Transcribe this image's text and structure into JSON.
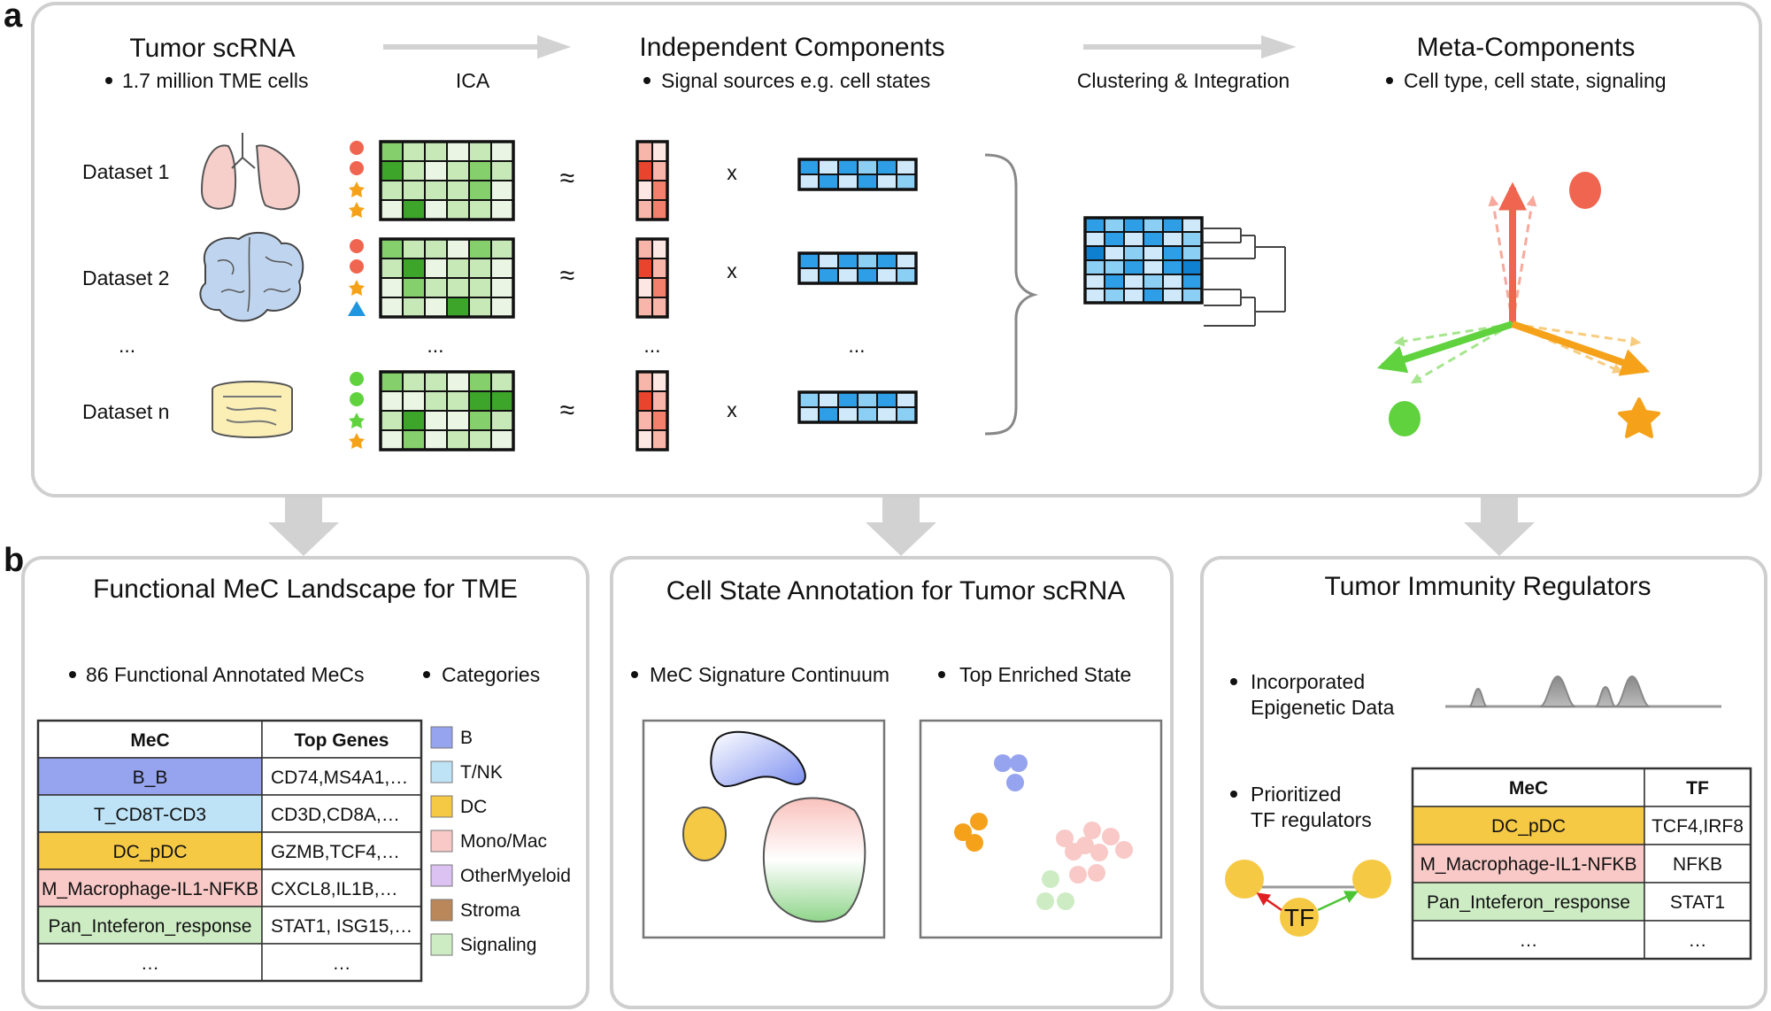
{
  "panel_a": {
    "letter": "a",
    "step1": {
      "title": "Tumor scRNA",
      "bullet": "1.7 million TME cells"
    },
    "arrow1_label": "ICA",
    "step2": {
      "title": "Independent Components",
      "bullet": "Signal sources e.g. cell states"
    },
    "arrow2_label": "Clustering & Integration",
    "step3": {
      "title": "Meta-Components",
      "bullet": "Cell type, cell state, signaling"
    },
    "datasets": [
      "Dataset 1",
      "Dataset 2",
      "...",
      "Dataset n"
    ],
    "approx_symbol": "≈",
    "times_symbol": "x",
    "ellipsis": "..."
  },
  "panel_b": {
    "letter": "b",
    "landscape": {
      "title": "Functional MeC Landscape for TME",
      "bullet1": "86 Functional Annotated MeCs",
      "bullet2": "Categories",
      "table_headers": [
        "MeC",
        "Top Genes"
      ],
      "rows": [
        [
          "B_B",
          "CD74,MS4A1,…"
        ],
        [
          "T_CD8T-CD3",
          "CD3D,CD8A,…"
        ],
        [
          "DC_pDC",
          "GZMB,TCF4,…"
        ],
        [
          "M_Macrophage-IL1-NFKB",
          "CXCL8,IL1B,…"
        ],
        [
          "Pan_Inteferon_response",
          "STAT1, ISG15,…"
        ],
        [
          "…",
          "…"
        ]
      ],
      "categories": [
        "B",
        "T/NK",
        "DC",
        "Mono/Mac",
        "OtherMyeloid",
        "Stroma",
        "Signaling"
      ]
    },
    "annotation": {
      "title": "Cell State Annotation for Tumor scRNA",
      "bullet1": "MeC Signature Continuum",
      "bullet2": "Top Enriched State"
    },
    "regulators": {
      "title": "Tumor Immunity Regulators",
      "bullet1_line1": "Incorporated",
      "bullet1_line2": "Epigenetic Data",
      "bullet2_line1": "Prioritized",
      "bullet2_line2": "TF regulators",
      "tf_node_label": "TF",
      "table_headers": [
        "MeC",
        "TF"
      ],
      "rows": [
        [
          "DC_pDC",
          "TCF4,IRF8"
        ],
        [
          "M_Macrophage-IL1-NFKB",
          "NFKB"
        ],
        [
          "Pan_Inteferon_response",
          "STAT1"
        ],
        [
          "…",
          "…"
        ]
      ]
    }
  },
  "colors": {
    "B": "#96a3ee",
    "T/NK": "#bfe3f6",
    "DC": "#f6c945",
    "Mono/Mac": "#f8c9c6",
    "OtherMyeloid": "#dcc1f3",
    "Stroma": "#b9875a",
    "Signaling": "#cdecc4",
    "red": "#f0654f",
    "green": "#5fd23e",
    "orange": "#f5a21a",
    "blue": "#2196e0",
    "panel_border": "#cfcfcf",
    "arrow_gray": "#d2d2d2"
  }
}
